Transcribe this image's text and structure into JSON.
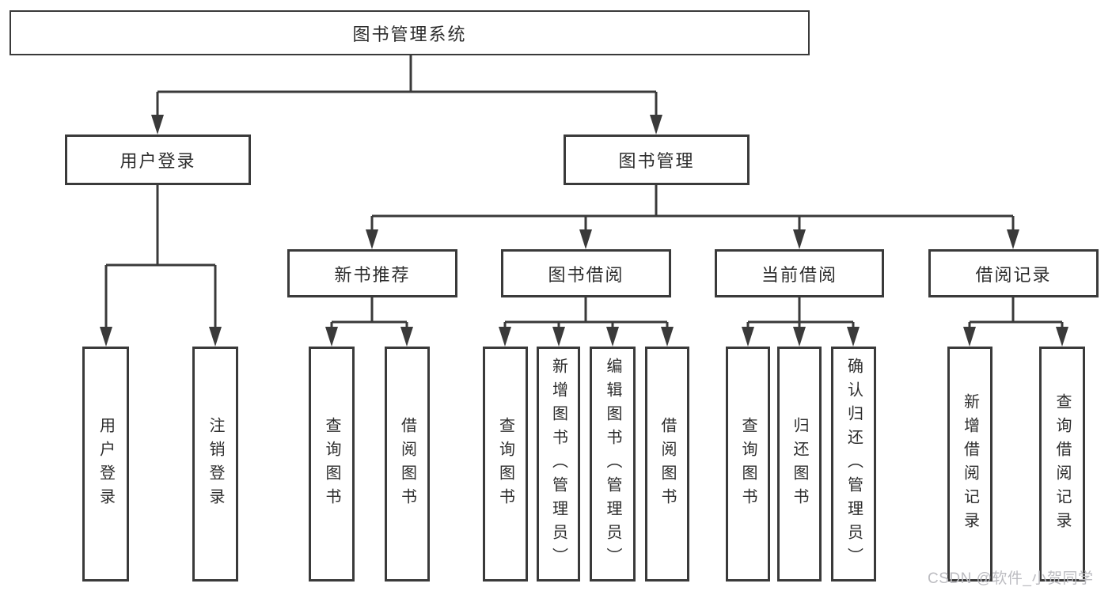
{
  "diagram": {
    "type": "hierarchy-tree",
    "root": {
      "label": "图书管理系统"
    },
    "level2": [
      {
        "label": "用户登录",
        "parent": "图书管理系统"
      },
      {
        "label": "图书管理",
        "parent": "图书管理系统"
      }
    ],
    "level3": [
      {
        "label": "新书推荐",
        "parent": "图书管理"
      },
      {
        "label": "图书借阅",
        "parent": "图书管理"
      },
      {
        "label": "当前借阅",
        "parent": "图书管理"
      },
      {
        "label": "借阅记录",
        "parent": "图书管理"
      }
    ],
    "leaves": [
      {
        "label": "用户登录",
        "parent": "用户登录"
      },
      {
        "label": "注销登录",
        "parent": "用户登录"
      },
      {
        "label": "查询图书",
        "parent": "新书推荐"
      },
      {
        "label": "借阅图书",
        "parent": "新书推荐"
      },
      {
        "label": "查询图书",
        "parent": "图书借阅"
      },
      {
        "label": "新增图书（管理员）",
        "parent": "图书借阅"
      },
      {
        "label": "编辑图书（管理员）",
        "parent": "图书借阅"
      },
      {
        "label": "借阅图书",
        "parent": "图书借阅"
      },
      {
        "label": "查询图书",
        "parent": "当前借阅"
      },
      {
        "label": "归还图书",
        "parent": "当前借阅"
      },
      {
        "label": "确认归还（管理员）",
        "parent": "当前借阅"
      },
      {
        "label": "新增借阅记录",
        "parent": "借阅记录"
      },
      {
        "label": "查询借阅记录",
        "parent": "借阅记录"
      }
    ]
  },
  "watermark": "CSDN @软件_小贺同学",
  "colors": {
    "line": "#3a3a3a",
    "box_border": "#3a3a3a",
    "text": "#2d2d2d",
    "background": "#ffffff",
    "watermark": "#bcbcc1"
  }
}
